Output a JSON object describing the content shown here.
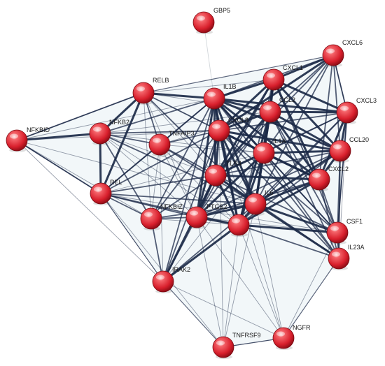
{
  "network": {
    "node_color": "#e8303a",
    "edge_color": "#1c2a48",
    "nodes": [
      {
        "id": "GBP5",
        "label": "GBP5"
      },
      {
        "id": "CXCL6",
        "label": "CXCL6"
      },
      {
        "id": "CXCL1",
        "label": "CXCL1"
      },
      {
        "id": "RELB",
        "label": "RELB"
      },
      {
        "id": "IL1B",
        "label": "IL1B"
      },
      {
        "id": "CCL2",
        "label": "CCL2"
      },
      {
        "id": "CXCL3",
        "label": "CXCL3"
      },
      {
        "id": "NFKBID",
        "label": "NFKBID"
      },
      {
        "id": "NFKB2",
        "label": "NFKB2"
      },
      {
        "id": "TNFAIP3",
        "label": "TNFAIP3"
      },
      {
        "id": "CXCL8",
        "label": "CXCL8"
      },
      {
        "id": "IL1A",
        "label": "IL1A"
      },
      {
        "id": "CCL20",
        "label": "CCL20"
      },
      {
        "id": "TLR4",
        "label": "TLR4"
      },
      {
        "id": "CXCL2",
        "label": "CXCL2"
      },
      {
        "id": "REL",
        "label": "REL"
      },
      {
        "id": "IL6",
        "label": "IL6"
      },
      {
        "id": "NFKBIZ",
        "label": "NFKBIZ"
      },
      {
        "id": "PTGS2",
        "label": "PTGS2"
      },
      {
        "id": "CSF1",
        "label": "CSF1"
      },
      {
        "id": "IL23A",
        "label": "IL23A"
      },
      {
        "id": "IRAK2",
        "label": "IRAK2"
      },
      {
        "id": "TNFRSF9",
        "label": "TNFRSF9"
      },
      {
        "id": "NGFR",
        "label": "NGFR"
      },
      {
        "id": "HUB",
        "label": ""
      }
    ],
    "edges": [
      [
        "GBP5",
        "IL1B",
        1
      ],
      [
        "CXCL1",
        "CXCL6",
        3
      ],
      [
        "CXCL1",
        "IL1B",
        3
      ],
      [
        "CXCL1",
        "CCL2",
        3
      ],
      [
        "CXCL1",
        "CXCL3",
        3
      ],
      [
        "CXCL1",
        "CXCL8",
        3
      ],
      [
        "CXCL1",
        "IL1A",
        3
      ],
      [
        "CXCL1",
        "CCL20",
        3
      ],
      [
        "CXCL1",
        "TLR4",
        3
      ],
      [
        "CXCL1",
        "CXCL2",
        3
      ],
      [
        "CXCL1",
        "IL6",
        3
      ],
      [
        "CXCL1",
        "PTGS2",
        2
      ],
      [
        "CXCL1",
        "HUB",
        2
      ],
      [
        "CXCL1",
        "CSF1",
        2
      ],
      [
        "CXCL6",
        "CXCL8",
        3
      ],
      [
        "CXCL6",
        "CXCL3",
        2
      ],
      [
        "CXCL6",
        "CCL2",
        2
      ],
      [
        "CXCL6",
        "IL1B",
        2
      ],
      [
        "CXCL6",
        "IL6",
        2
      ],
      [
        "CXCL6",
        "CXCL2",
        2
      ],
      [
        "CXCL6",
        "IL1A",
        2
      ],
      [
        "CXCL6",
        "CCL20",
        2
      ],
      [
        "CXCL6",
        "TLR4",
        2
      ],
      [
        "RELB",
        "IL1B",
        3
      ],
      [
        "RELB",
        "NFKB2",
        3
      ],
      [
        "RELB",
        "REL",
        3
      ],
      [
        "RELB",
        "NFKBID",
        2
      ],
      [
        "RELB",
        "TNFAIP3",
        2
      ],
      [
        "RELB",
        "CXCL8",
        2
      ],
      [
        "RELB",
        "IL6",
        2
      ],
      [
        "RELB",
        "PTGS2",
        1
      ],
      [
        "RELB",
        "TLR4",
        1
      ],
      [
        "RELB",
        "NFKBIZ",
        1
      ],
      [
        "RELB",
        "IL1A",
        1
      ],
      [
        "RELB",
        "CCL2",
        1
      ],
      [
        "RELB",
        "CXCL1",
        1
      ],
      [
        "IL1B",
        "CCL2",
        3
      ],
      [
        "IL1B",
        "CXCL8",
        3
      ],
      [
        "IL1B",
        "IL1A",
        3
      ],
      [
        "IL1B",
        "TLR4",
        3
      ],
      [
        "IL1B",
        "IL6",
        3
      ],
      [
        "IL1B",
        "PTGS2",
        3
      ],
      [
        "IL1B",
        "HUB",
        3
      ],
      [
        "IL1B",
        "CCL20",
        3
      ],
      [
        "IL1B",
        "CXCL2",
        3
      ],
      [
        "IL1B",
        "CXCL3",
        3
      ],
      [
        "IL1B",
        "TNFAIP3",
        2
      ],
      [
        "IL1B",
        "NFKB2",
        2
      ],
      [
        "IL1B",
        "REL",
        2
      ],
      [
        "IL1B",
        "NFKBIZ",
        2
      ],
      [
        "IL1B",
        "IRAK2",
        2
      ],
      [
        "IL1B",
        "CSF1",
        2
      ],
      [
        "IL1B",
        "IL23A",
        2
      ],
      [
        "IL1B",
        "NFKBID",
        1
      ],
      [
        "CCL2",
        "CXCL8",
        3
      ],
      [
        "CCL2",
        "IL1A",
        3
      ],
      [
        "CCL2",
        "IL6",
        3
      ],
      [
        "CCL2",
        "TLR4",
        3
      ],
      [
        "CCL2",
        "CCL20",
        3
      ],
      [
        "CCL2",
        "CXCL2",
        3
      ],
      [
        "CCL2",
        "CXCL3",
        3
      ],
      [
        "CCL2",
        "HUB",
        3
      ],
      [
        "CCL2",
        "PTGS2",
        2
      ],
      [
        "CCL2",
        "CSF1",
        2
      ],
      [
        "CCL2",
        "IL23A",
        2
      ],
      [
        "CCL2",
        "TNFAIP3",
        1
      ],
      [
        "CXCL3",
        "CXCL8",
        2
      ],
      [
        "CXCL3",
        "IL1A",
        2
      ],
      [
        "CXCL3",
        "CCL20",
        3
      ],
      [
        "CXCL3",
        "CXCL2",
        3
      ],
      [
        "CXCL3",
        "IL6",
        2
      ],
      [
        "CXCL3",
        "TLR4",
        2
      ],
      [
        "CXCL3",
        "HUB",
        2
      ],
      [
        "CXCL3",
        "CSF1",
        2
      ],
      [
        "CXCL3",
        "IL23A",
        1
      ],
      [
        "NFKBID",
        "NFKB2",
        3
      ],
      [
        "NFKBID",
        "REL",
        2
      ],
      [
        "NFKBID",
        "CXCL8",
        1
      ],
      [
        "NFKBID",
        "IL6",
        1
      ],
      [
        "NFKBID",
        "IRAK2",
        1
      ],
      [
        "NFKBID",
        "NFKBIZ",
        1
      ],
      [
        "NFKB2",
        "REL",
        3
      ],
      [
        "NFKB2",
        "TNFAIP3",
        2
      ],
      [
        "NFKB2",
        "CXCL8",
        2
      ],
      [
        "NFKB2",
        "IL6",
        2
      ],
      [
        "NFKB2",
        "NFKBIZ",
        2
      ],
      [
        "NFKB2",
        "TLR4",
        1
      ],
      [
        "NFKB2",
        "PTGS2",
        1
      ],
      [
        "NFKB2",
        "IL1A",
        1
      ],
      [
        "NFKB2",
        "CCL2",
        1
      ],
      [
        "NFKB2",
        "HUB",
        1
      ],
      [
        "TNFAIP3",
        "CXCL8",
        2
      ],
      [
        "TNFAIP3",
        "IL6",
        2
      ],
      [
        "TNFAIP3",
        "TLR4",
        2
      ],
      [
        "TNFAIP3",
        "REL",
        2
      ],
      [
        "TNFAIP3",
        "NFKBIZ",
        1
      ],
      [
        "TNFAIP3",
        "PTGS2",
        1
      ],
      [
        "TNFAIP3",
        "IL1A",
        1
      ],
      [
        "TNFAIP3",
        "HUB",
        1
      ],
      [
        "TNFAIP3",
        "IRAK2",
        1
      ],
      [
        "CXCL8",
        "IL1A",
        3
      ],
      [
        "CXCL8",
        "TLR4",
        3
      ],
      [
        "CXCL8",
        "IL6",
        3
      ],
      [
        "CXCL8",
        "PTGS2",
        3
      ],
      [
        "CXCL8",
        "HUB",
        3
      ],
      [
        "CXCL8",
        "CCL20",
        3
      ],
      [
        "CXCL8",
        "CXCL2",
        3
      ],
      [
        "CXCL8",
        "REL",
        2
      ],
      [
        "CXCL8",
        "NFKBIZ",
        2
      ],
      [
        "CXCL8",
        "IRAK2",
        2
      ],
      [
        "CXCL8",
        "CSF1",
        2
      ],
      [
        "CXCL8",
        "IL23A",
        2
      ],
      [
        "CXCL8",
        "TNFRSF9",
        1
      ],
      [
        "CXCL8",
        "NGFR",
        1
      ],
      [
        "IL1A",
        "TLR4",
        3
      ],
      [
        "IL1A",
        "IL6",
        3
      ],
      [
        "IL1A",
        "PTGS2",
        3
      ],
      [
        "IL1A",
        "HUB",
        3
      ],
      [
        "IL1A",
        "CCL20",
        3
      ],
      [
        "IL1A",
        "CXCL2",
        3
      ],
      [
        "IL1A",
        "CSF1",
        2
      ],
      [
        "IL1A",
        "IL23A",
        2
      ],
      [
        "IL1A",
        "REL",
        1
      ],
      [
        "IL1A",
        "IRAK2",
        1
      ],
      [
        "CCL20",
        "CXCL2",
        3
      ],
      [
        "CCL20",
        "IL6",
        3
      ],
      [
        "CCL20",
        "TLR4",
        2
      ],
      [
        "CCL20",
        "HUB",
        2
      ],
      [
        "CCL20",
        "CSF1",
        2
      ],
      [
        "CCL20",
        "IL23A",
        2
      ],
      [
        "CCL20",
        "PTGS2",
        2
      ],
      [
        "TLR4",
        "IL6",
        3
      ],
      [
        "TLR4",
        "PTGS2",
        3
      ],
      [
        "TLR4",
        "HUB",
        3
      ],
      [
        "TLR4",
        "CXCL2",
        3
      ],
      [
        "TLR4",
        "IRAK2",
        3
      ],
      [
        "TLR4",
        "NFKBIZ",
        2
      ],
      [
        "TLR4",
        "REL",
        2
      ],
      [
        "TLR4",
        "CSF1",
        2
      ],
      [
        "TLR4",
        "IL23A",
        2
      ],
      [
        "CXCL2",
        "IL6",
        3
      ],
      [
        "CXCL2",
        "HUB",
        3
      ],
      [
        "CXCL2",
        "PTGS2",
        2
      ],
      [
        "CXCL2",
        "CSF1",
        2
      ],
      [
        "CXCL2",
        "IL23A",
        2
      ],
      [
        "REL",
        "IL6",
        2
      ],
      [
        "REL",
        "PTGS2",
        2
      ],
      [
        "REL",
        "NFKBIZ",
        2
      ],
      [
        "REL",
        "HUB",
        2
      ],
      [
        "REL",
        "IRAK2",
        1
      ],
      [
        "REL",
        "TNFRSF9",
        1
      ],
      [
        "REL",
        "CSF1",
        1
      ],
      [
        "IL6",
        "PTGS2",
        3
      ],
      [
        "IL6",
        "HUB",
        3
      ],
      [
        "IL6",
        "CSF1",
        3
      ],
      [
        "IL6",
        "IL23A",
        3
      ],
      [
        "IL6",
        "NFKBIZ",
        2
      ],
      [
        "IL6",
        "IRAK2",
        2
      ],
      [
        "IL6",
        "NGFR",
        1
      ],
      [
        "IL6",
        "TNFRSF9",
        1
      ],
      [
        "NFKBIZ",
        "PTGS2",
        2
      ],
      [
        "NFKBIZ",
        "IRAK2",
        2
      ],
      [
        "NFKBIZ",
        "HUB",
        1
      ],
      [
        "PTGS2",
        "HUB",
        3
      ],
      [
        "PTGS2",
        "IRAK2",
        2
      ],
      [
        "PTGS2",
        "NGFR",
        1
      ],
      [
        "PTGS2",
        "TNFRSF9",
        1
      ],
      [
        "PTGS2",
        "CSF1",
        1
      ],
      [
        "HUB",
        "IRAK2",
        3
      ],
      [
        "HUB",
        "CSF1",
        3
      ],
      [
        "HUB",
        "IL23A",
        2
      ],
      [
        "HUB",
        "NGFR",
        1
      ],
      [
        "HUB",
        "TNFRSF9",
        1
      ],
      [
        "CSF1",
        "IL23A",
        2
      ],
      [
        "CSF1",
        "NGFR",
        1
      ],
      [
        "IRAK2",
        "NGFR",
        1
      ],
      [
        "TNFRSF9",
        "NGFR",
        1
      ]
    ],
    "hull_edges": [
      [
        "NFKBID",
        "RELB"
      ],
      [
        "RELB",
        "CXCL6"
      ],
      [
        "CXCL6",
        "CXCL3"
      ],
      [
        "CXCL3",
        "CSF1"
      ],
      [
        "CSF1",
        "IL23A"
      ],
      [
        "IL23A",
        "NGFR"
      ],
      [
        "NGFR",
        "TNFRSF9"
      ],
      [
        "TNFRSF9",
        "IRAK2"
      ],
      [
        "IRAK2",
        "REL"
      ],
      [
        "REL",
        "NFKBID"
      ]
    ]
  }
}
